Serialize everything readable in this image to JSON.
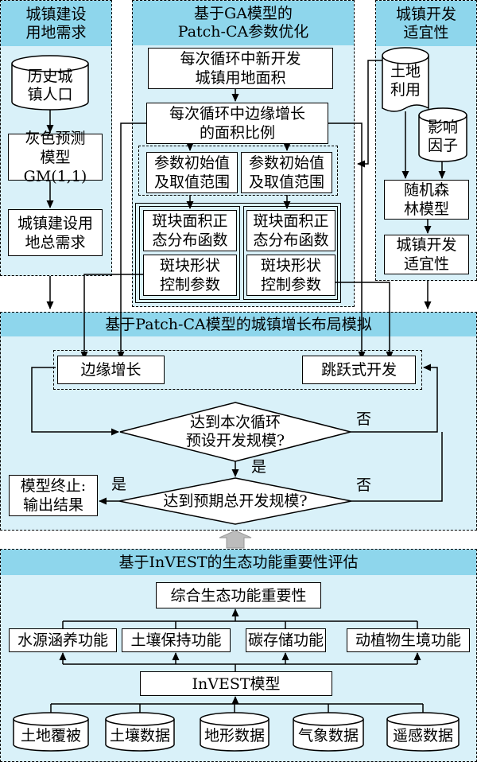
{
  "demand": {
    "title": "城镇建设\n用地需求",
    "history_pop": "历史城\n镇人口",
    "gm_model": "灰色预测\n模型GM(1,1)",
    "total_demand": "城镇建设用\n地总需求"
  },
  "ga": {
    "title": "基于GA模型的\nPatch-CA参数优化",
    "new_area": "每次循环中新开发\n城镇用地面积",
    "edge_ratio": "每次循环中边缘增长\n的面积比例",
    "param_left": "参数初始值\n及取值范围",
    "param_right": "参数初始值\n及取值范围",
    "patch_area_left": "斑块面积正\n态分布函数",
    "patch_area_right": "斑块面积正\n态分布函数",
    "patch_shape_left": "斑块形状\n控制参数",
    "patch_shape_right": "斑块形状\n控制参数"
  },
  "suit": {
    "title": "城镇开发\n适宜性",
    "land_use": "土地\n利用",
    "factors": "影响\n因子",
    "rf_model": "随机森\n林模型",
    "suitability": "城镇开发\n适宜性"
  },
  "sim": {
    "title": "基于Patch-CA模型的城镇增长布局模拟",
    "edge_growth": "边缘增长",
    "leapfrog": "跳跃式开发",
    "cycle_check": "达到本次循环\n预设开发规模?",
    "total_check": "达到预期总开发规模?",
    "terminate": "模型终止:\n输出结果",
    "yes1": "是",
    "yes2": "是",
    "no1": "否",
    "no2": "否"
  },
  "eco": {
    "title": "基于InVEST的生态功能重要性评估",
    "overall": "综合生态功能重要性",
    "water": "水源涵养功能",
    "soil_keep": "土壤保持功能",
    "carbon": "碳存储功能",
    "habitat": "动植物生境功能",
    "invest": "InVEST模型",
    "landcover": "土地覆被",
    "soil_data": "土壤数据",
    "terrain": "地形数据",
    "weather": "气象数据",
    "remote": "遥感数据"
  },
  "colors": {
    "panel": "#d9f1f9",
    "header": "#8ed6ec",
    "arrow_block": "#bcbcbc"
  }
}
